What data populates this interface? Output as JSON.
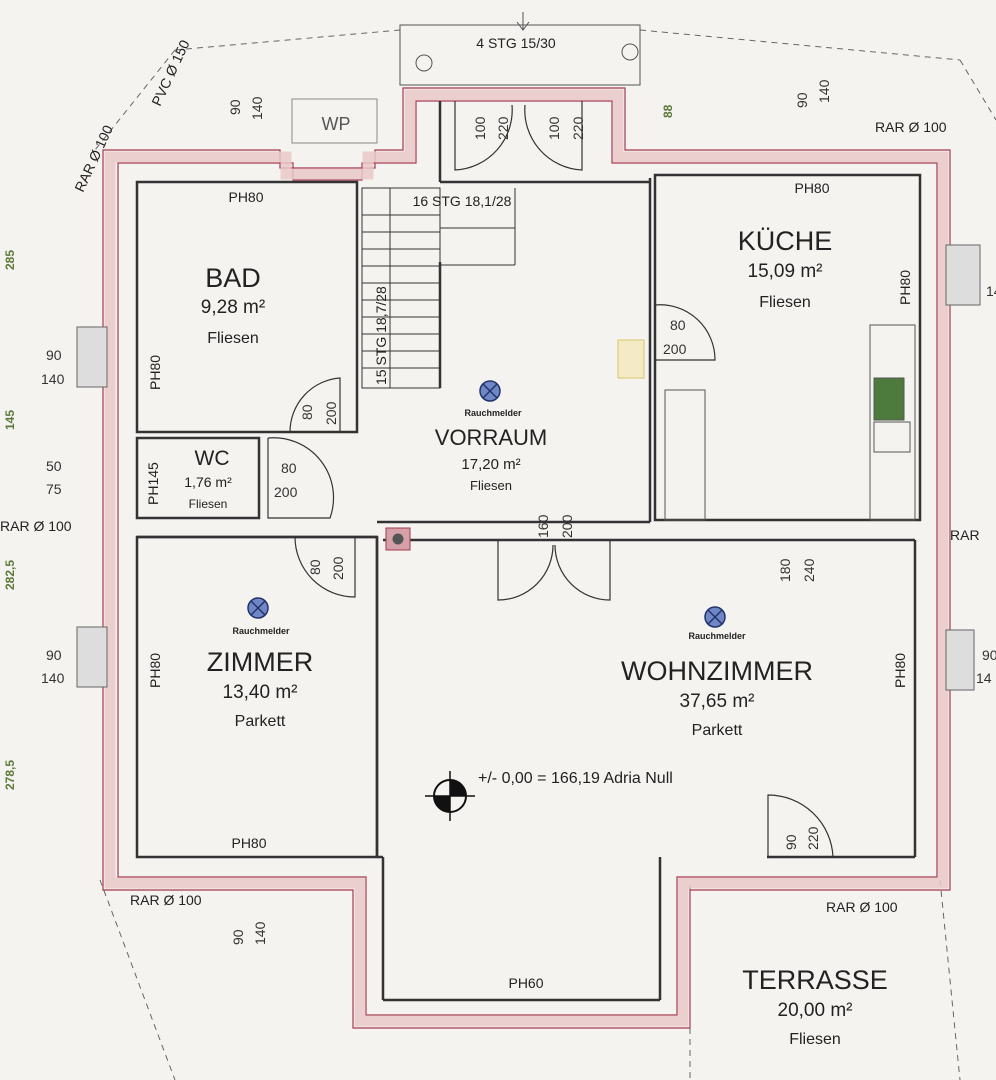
{
  "rooms": {
    "bad": {
      "name": "BAD",
      "area": "9,28 m²",
      "floor": "Fliesen"
    },
    "wc": {
      "name": "WC",
      "area": "1,76 m²",
      "floor": "Fliesen"
    },
    "vorraum": {
      "name": "VORRAUM",
      "area": "17,20 m²",
      "floor": "Fliesen"
    },
    "kueche": {
      "name": "KÜCHE",
      "area": "15,09 m²",
      "floor": "Fliesen"
    },
    "zimmer": {
      "name": "ZIMMER",
      "area": "13,40 m²",
      "floor": "Parkett"
    },
    "wohnzimmer": {
      "name": "WOHNZIMMER",
      "area": "37,65 m²",
      "floor": "Parkett"
    },
    "terrasse": {
      "name": "TERRASSE",
      "area": "20,00 m²",
      "floor": "Fliesen"
    }
  },
  "labels": {
    "wp": "WP",
    "stairs_outside": "4 STG 15/30",
    "stairs_upper": "16 STG 18,1/28",
    "stairs_side": "15 STG 18,7/28",
    "rauchmelder": "Rauchmelder",
    "reference": "+/- 0,00 = 166,19 Adria Null",
    "pvc": "PVC Ø 150",
    "rar": "RAR Ø 100",
    "rar_short": "RAR",
    "ph80": "PH80",
    "ph60": "PH60",
    "ph145": "PH145",
    "d90": "90",
    "d140": "140",
    "d100": "100",
    "d220": "220",
    "d80": "80",
    "d200": "200",
    "d50": "50",
    "d75": "75",
    "d160": "160",
    "d180": "180",
    "d240": "240",
    "d88": "88",
    "d14": "14",
    "g285": "285",
    "g145": "145",
    "g2825": "282,5",
    "g2785": "278,5"
  },
  "colors": {
    "wall_fill": "#e9c8c8",
    "wall_line": "#a23a50",
    "ink": "#222222",
    "green": "#5a7a3a"
  }
}
